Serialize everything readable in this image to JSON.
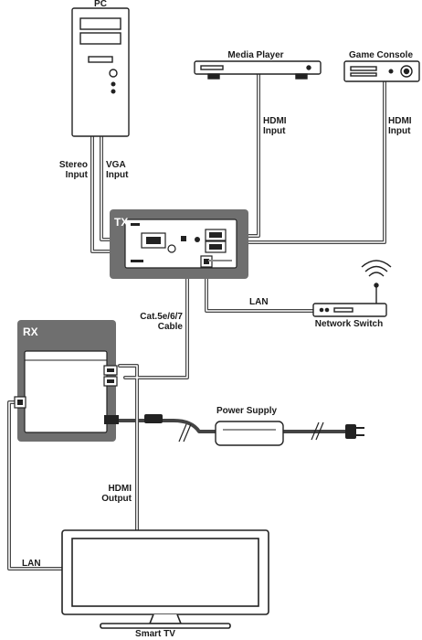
{
  "devices": {
    "pc": "PC",
    "media_player": "Media Player",
    "game_console": "Game Console",
    "tx": "TX",
    "rx": "RX",
    "network_switch": "Network Switch",
    "power_supply": "Power Supply",
    "smart_tv": "Smart TV"
  },
  "connections": {
    "stereo": [
      "Stereo",
      "Input"
    ],
    "vga": [
      "VGA",
      "Input"
    ],
    "hdmi_in_media": [
      "HDMI",
      "Input"
    ],
    "hdmi_in_game": [
      "HDMI",
      "Input"
    ],
    "lan_top": "LAN",
    "cat_cable": [
      "Cat.5e/6/7",
      "Cable"
    ],
    "hdmi_out": [
      "HDMI",
      "Output"
    ],
    "lan_bottom": "LAN"
  },
  "colors": {
    "device_box": "#6f6f6f",
    "cable": "#444444",
    "outline": "#222222"
  }
}
